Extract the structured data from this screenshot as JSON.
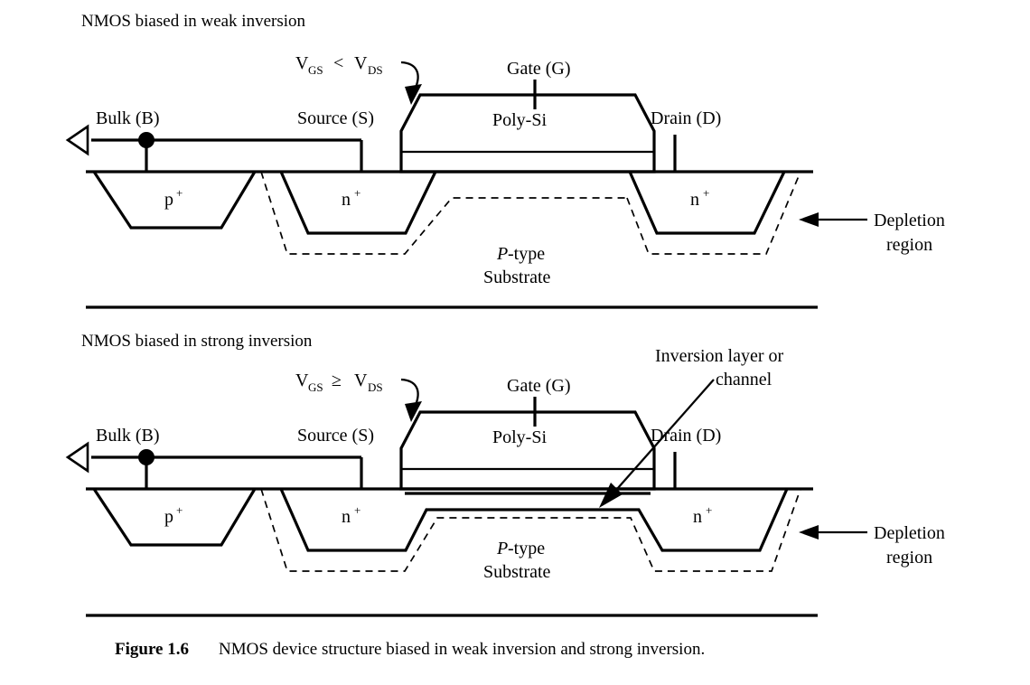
{
  "figure": {
    "caption_label": "Figure 1.6",
    "caption_text": "NMOS device structure biased in weak inversion and strong inversion."
  },
  "colors": {
    "ink": "#000000",
    "paper": "#ffffff"
  },
  "panels": [
    {
      "id": "weak-inversion",
      "title": "NMOS biased in weak inversion",
      "bias": {
        "v_gs": "V",
        "v_gs_sub": "GS",
        "relation": "<",
        "v_ds": "V",
        "v_ds_sub": "DS"
      },
      "terminals": {
        "bulk": "Bulk (B)",
        "source": "Source (S)",
        "gate": "Gate (G)",
        "drain": "Drain (D)"
      },
      "gate_material": "Poly-Si",
      "regions": {
        "bulk_contact": "p",
        "bulk_contact_sup": "+",
        "source_region": "n",
        "source_region_sup": "+",
        "drain_region": "n",
        "drain_region_sup": "+"
      },
      "substrate": {
        "type_prefix": "P",
        "type_suffix": "-type",
        "line2": "Substrate"
      },
      "annotations": {
        "depletion_line1": "Depletion",
        "depletion_line2": "region"
      }
    },
    {
      "id": "strong-inversion",
      "title": "NMOS biased in strong inversion",
      "bias": {
        "v_gs": "V",
        "v_gs_sub": "GS",
        "relation": "≥",
        "v_ds": "V",
        "v_ds_sub": "DS"
      },
      "terminals": {
        "bulk": "Bulk (B)",
        "source": "Source (S)",
        "gate": "Gate (G)",
        "drain": "Drain (D)"
      },
      "gate_material": "Poly-Si",
      "regions": {
        "bulk_contact": "p",
        "bulk_contact_sup": "+",
        "source_region": "n",
        "source_region_sup": "+",
        "drain_region": "n",
        "drain_region_sup": "+"
      },
      "substrate": {
        "type_prefix": "P",
        "type_suffix": "-type",
        "line2": "Substrate"
      },
      "annotations": {
        "inversion_line1": "Inversion layer or",
        "inversion_line2": "channel",
        "depletion_line1": "Depletion",
        "depletion_line2": "region"
      }
    }
  ]
}
